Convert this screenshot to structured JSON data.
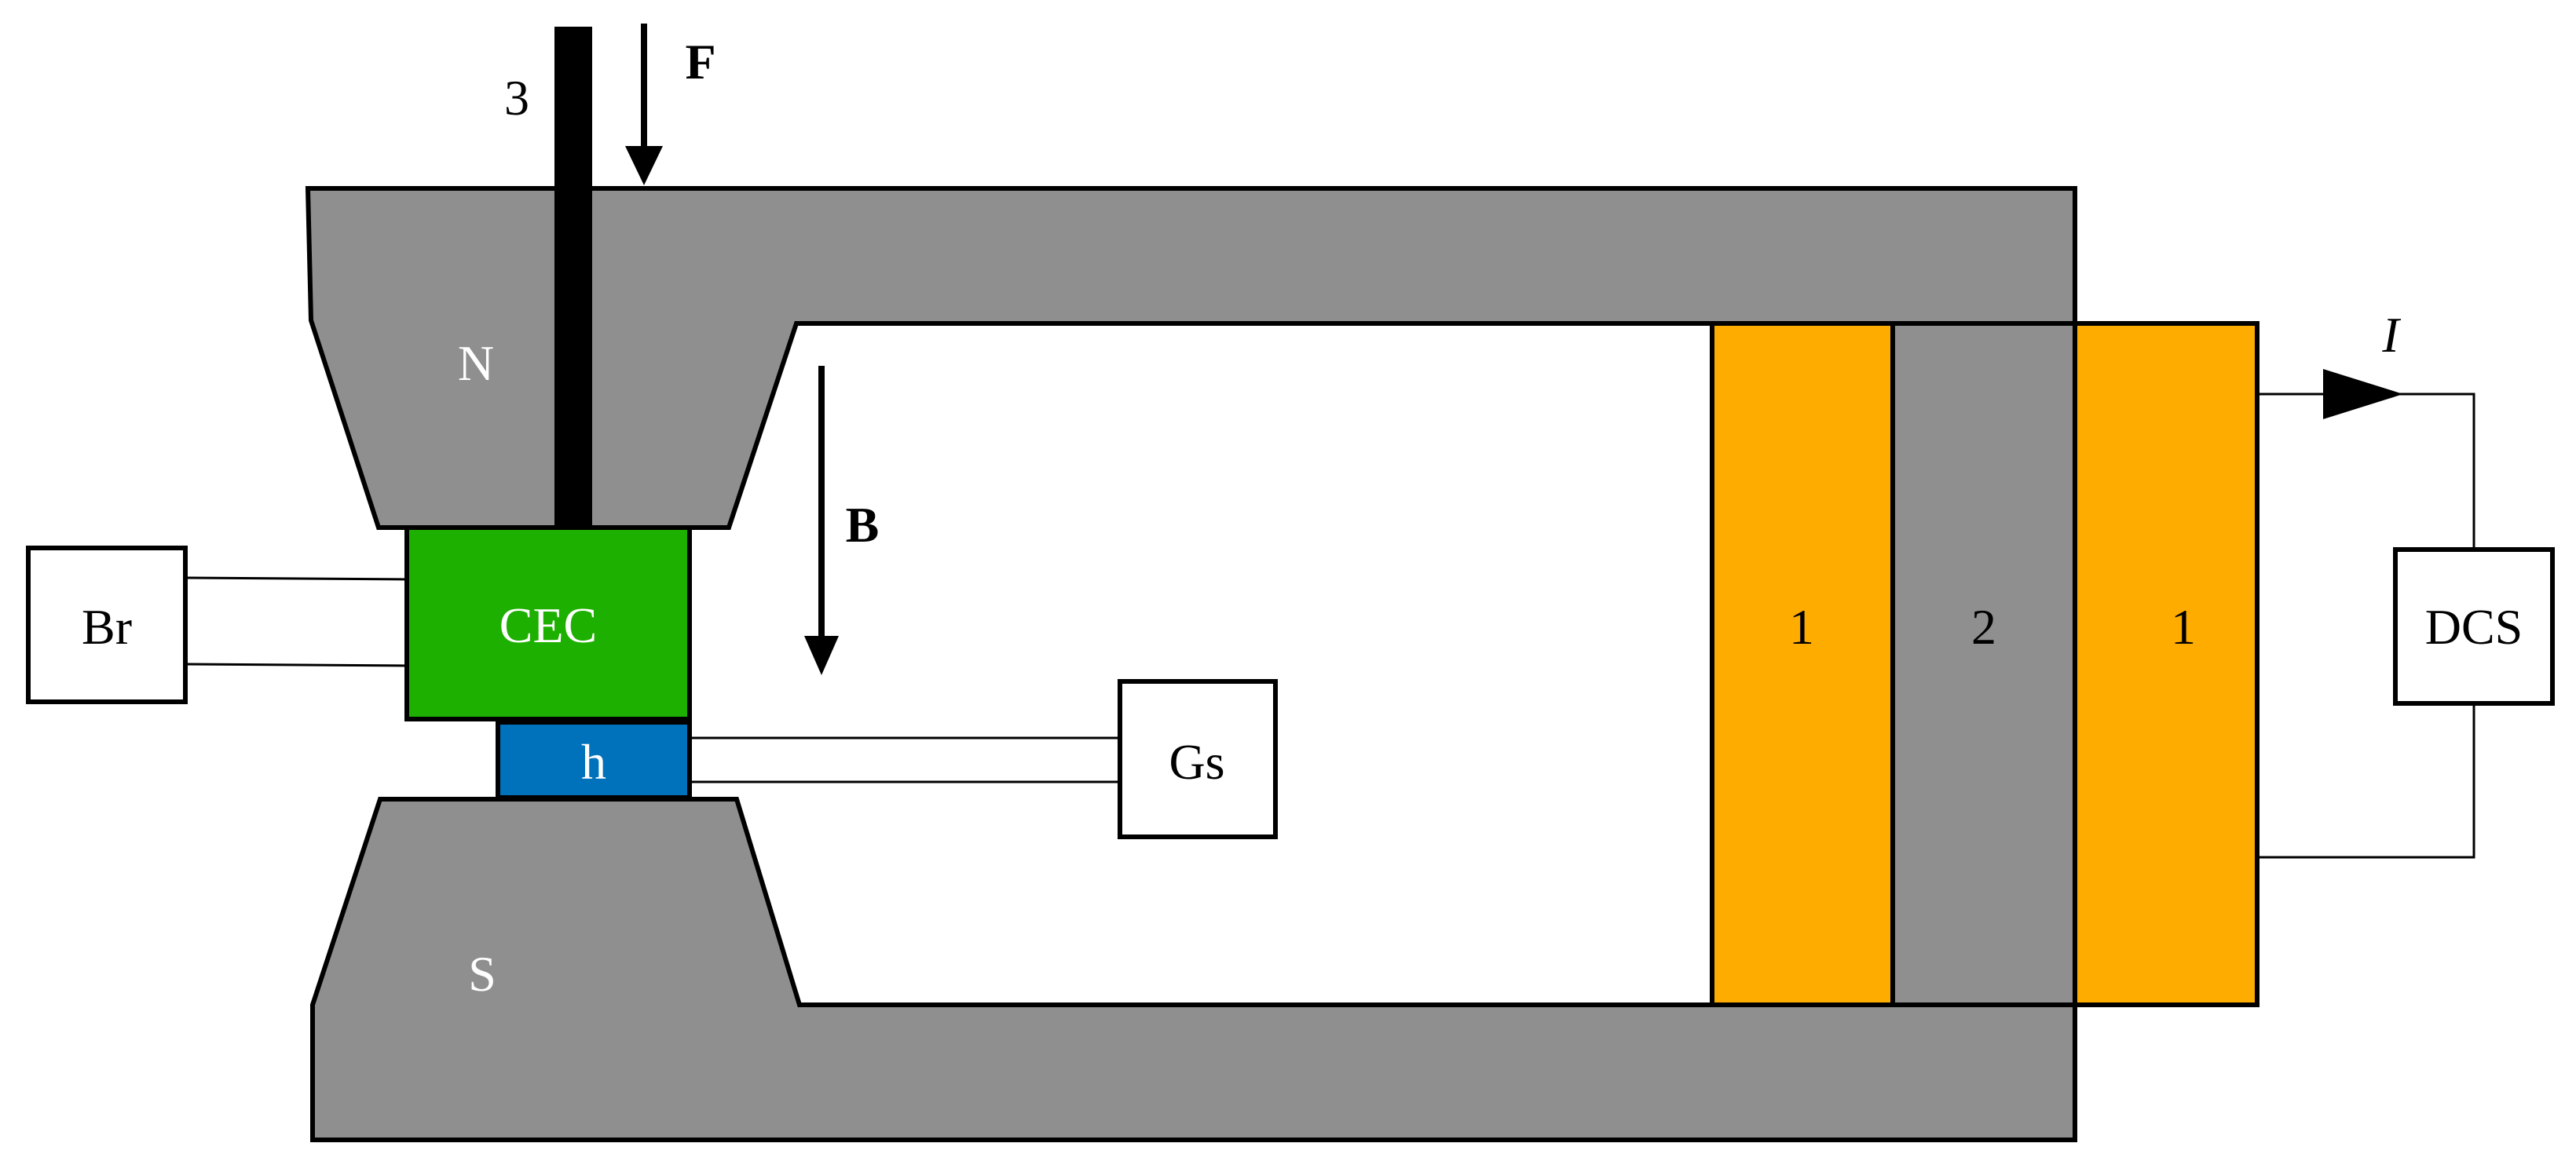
{
  "labels": {
    "rod": "3",
    "force": "F",
    "north": "N",
    "south": "S",
    "field": "B",
    "current": "I",
    "cec": "CEC",
    "sample": "h",
    "br": "Br",
    "gs": "Gs",
    "dcs": "DCS",
    "coil_left": "1",
    "core": "2",
    "coil_right": "1"
  },
  "colors": {
    "magnet": "#8f8f8f",
    "coil": "#ffac00",
    "cec": "#1eb000",
    "sample": "#0072bb",
    "line": "#000000",
    "box": "#ffffff"
  }
}
